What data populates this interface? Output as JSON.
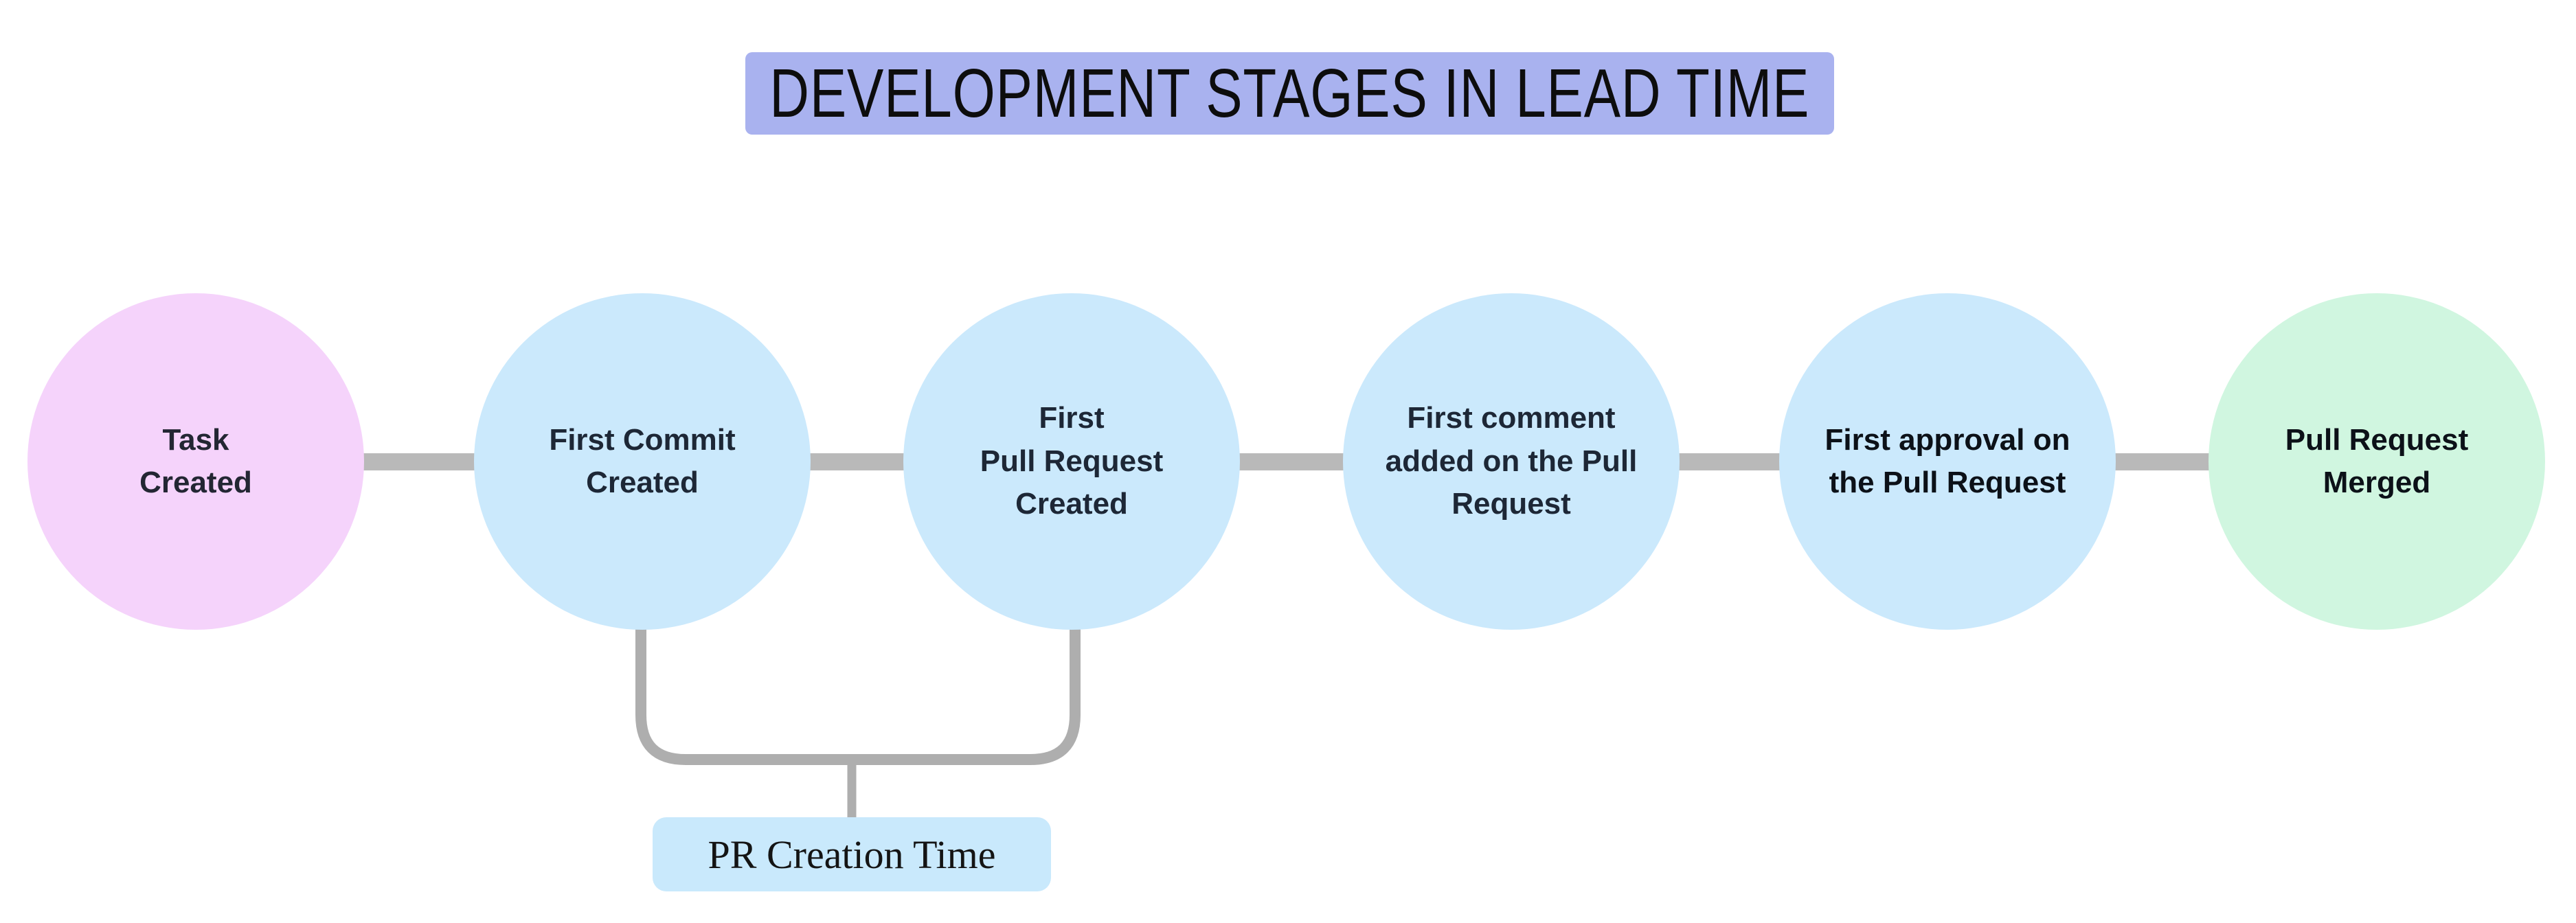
{
  "title": {
    "text": "DEVELOPMENT STAGES IN LEAD TIME",
    "bg_color": "#a9b2ef",
    "text_color": "#0d0d0d"
  },
  "colors": {
    "background": "#ffffff",
    "connector": "#b9b9b9",
    "bracket": "#aeaeae"
  },
  "stages": [
    {
      "name": "task-created",
      "text": "Task\nCreated",
      "fill": "#f5d3fb",
      "text_color": "#232633"
    },
    {
      "name": "first-commit-created",
      "text": "First Commit\nCreated",
      "fill": "#cbe9fc",
      "text_color": "#1d2736"
    },
    {
      "name": "first-pull-request-created",
      "text": "First\nPull Request\nCreated",
      "fill": "#cbe9fc",
      "text_color": "#1d2736"
    },
    {
      "name": "first-comment-added",
      "text": "First comment\nadded on the Pull\nRequest",
      "fill": "#cbe9fc",
      "text_color": "#1d2736"
    },
    {
      "name": "first-approval",
      "text": "First approval on\nthe Pull Request",
      "fill": "#cbe9fc",
      "text_color": "#0c1118"
    },
    {
      "name": "pull-request-merged",
      "text": "Pull Request\nMerged",
      "fill": "#d0f6e0",
      "text_color": "#0c1118"
    }
  ],
  "annotation": {
    "label": "PR Creation Time",
    "bg_color": "#c9e9fc",
    "text_color": "#141414"
  }
}
